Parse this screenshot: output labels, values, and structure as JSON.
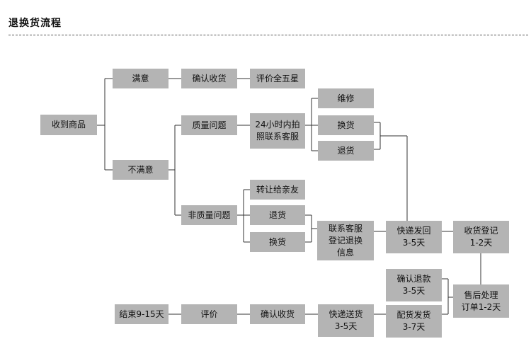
{
  "title": "退换货流程",
  "nodes": {
    "receive": "收到商品",
    "satisfied": "满意",
    "confirm_top": "确认收货",
    "five_star": "评价全五星",
    "unsatisfied": "不满意",
    "quality_issue": "质量问题",
    "photo_contact": "24小时内拍\n照联系客服",
    "repair": "维修",
    "exchange_q": "换货",
    "return_q": "退货",
    "non_quality": "非质量问题",
    "transfer": "转让给亲友",
    "return_nq": "退货",
    "exchange_nq": "换货",
    "contact_register": "联系客服\n登记退换\n信息",
    "express_back": "快递发回\n3-5天",
    "receipt_register": "收货登记\n1-2天",
    "after_sales": "售后处理\n订单1-2天",
    "confirm_refund": "确认退款\n3-5天",
    "ship_goods": "配货发货\n3-7天",
    "express_deliver": "快递送货\n3-5天",
    "confirm_bottom": "确认收货",
    "review": "评价",
    "end": "结束9-15天"
  }
}
